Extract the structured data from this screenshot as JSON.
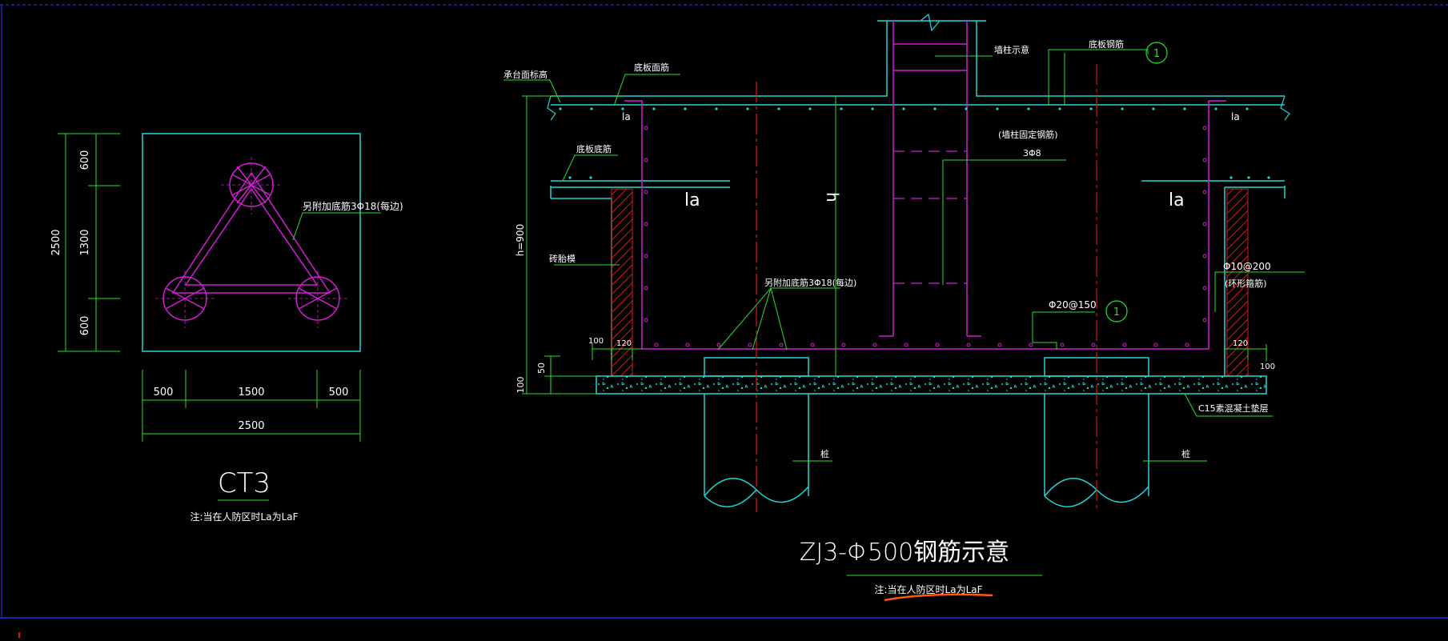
{
  "ct3": {
    "title": "CT3",
    "note": "注:当在人防区时La为LaF",
    "dim_left_top": "600",
    "dim_left_mid": "1300",
    "dim_left_bot": "600",
    "dim_left_total": "2500",
    "dim_bottom_left": "500",
    "dim_bottom_mid": "1500",
    "dim_bottom_right": "500",
    "dim_bottom_total": "2500",
    "rebar_label": "另附加底筋3Φ18(每边)"
  },
  "zj3": {
    "title": "ZJ3-Φ500钢筋示意",
    "note": "注:当在人防区时La为LaF",
    "label_top_level": "承台面标高",
    "label_face_rebar": "底板面筋",
    "label_column": "墙柱示意",
    "label_bottom_rebar_top": "底板钢筋",
    "callout_1": "1",
    "label_la_top_left": "la",
    "label_la_top_right": "la",
    "label_bottom_bar": "底板底筋",
    "label_la_left": "la",
    "label_h": "h",
    "label_la_right": "la",
    "label_fix_rebar": "(墙柱固定钢筋)",
    "label_fix_qty": "3Φ8",
    "label_h900": "h=900",
    "label_brick": "砖胎模",
    "label_add_rebar": "另附加底筋3Φ18(每边)",
    "label_phi10": "Φ10@200",
    "label_ring": "(环形箍筋)",
    "label_phi20": "Φ20@150",
    "callout_2": "1",
    "dim_100_left": "100",
    "dim_120_left": "120",
    "dim_120_right": "120",
    "dim_100_right": "100",
    "dim_50": "50",
    "dim_100_base": "100",
    "label_c15": "C15素混凝土垫层",
    "label_pile_left": "桩",
    "label_pile_right": "桩"
  },
  "colors": {
    "background": "#000000",
    "cyan": "#22d6d6",
    "magenta": "#d21ed2",
    "green": "#27e02a",
    "red": "#d41c1c",
    "white": "#ffffff",
    "frame_blue": "#2a2ad8",
    "orange_underline": "#ff5a10"
  }
}
